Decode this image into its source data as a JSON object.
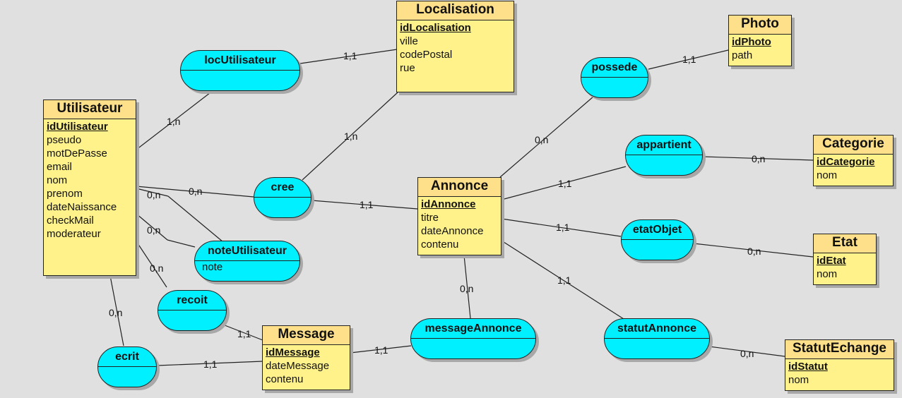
{
  "entities": {
    "utilisateur": {
      "title": "Utilisateur",
      "pk": "idUtilisateur",
      "attrs": [
        "pseudo",
        "motDePasse",
        "email",
        "nom",
        "prenom",
        "dateNaissance",
        "checkMail",
        "moderateur"
      ]
    },
    "localisation": {
      "title": "Localisation",
      "pk": "idLocalisation",
      "attrs": [
        "ville",
        "codePostal",
        "rue"
      ]
    },
    "photo": {
      "title": "Photo",
      "pk": "idPhoto",
      "attrs": [
        "path"
      ]
    },
    "annonce": {
      "title": "Annonce",
      "pk": "idAnnonce",
      "attrs": [
        "titre",
        "dateAnnonce",
        "contenu"
      ]
    },
    "categorie": {
      "title": "Categorie",
      "pk": "idCategorie",
      "attrs": [
        "nom"
      ]
    },
    "etat": {
      "title": "Etat",
      "pk": "idEtat",
      "attrs": [
        "nom"
      ]
    },
    "statutechange": {
      "title": "StatutEchange",
      "pk": "idStatut",
      "attrs": [
        "nom"
      ]
    },
    "message": {
      "title": "Message",
      "pk": "idMessage",
      "attrs": [
        "dateMessage",
        "contenu"
      ]
    }
  },
  "associations": {
    "locutilisateur": {
      "title": "locUtilisateur",
      "attrs": []
    },
    "possede": {
      "title": "possede",
      "attrs": []
    },
    "appartient": {
      "title": "appartient",
      "attrs": []
    },
    "cree": {
      "title": "cree",
      "attrs": []
    },
    "etatobjet": {
      "title": "etatObjet",
      "attrs": []
    },
    "noteutilisateur": {
      "title": "noteUtilisateur",
      "attrs": [
        "note"
      ]
    },
    "recoit": {
      "title": "recoit",
      "attrs": []
    },
    "messageannonce": {
      "title": "messageAnnonce",
      "attrs": []
    },
    "statutannonce": {
      "title": "statutAnnonce",
      "attrs": []
    },
    "ecrit": {
      "title": "ecrit",
      "attrs": []
    }
  },
  "cardinalities": {
    "loc_localisation": "1,1",
    "loc_utilisateur": "1,n",
    "cree_localisation": "1,n",
    "cree_utilisateur": "0,n",
    "cree_annonce": "1,1",
    "possede_photo": "1,1",
    "possede_annonce": "0,n",
    "appartient_annonce": "1,1",
    "appartient_categorie": "0,n",
    "etatobjet_annonce": "1,1",
    "etatobjet_etat": "0,n",
    "statut_annonce": "1,1",
    "statut_statutechange": "0,n",
    "msgannonce_annonce": "0,n",
    "msgannonce_message": "1,1",
    "note_utilisateur_a": "0,n",
    "note_utilisateur_b": "0,n",
    "recoit_utilisateur": "0,n",
    "recoit_message": "1,1",
    "ecrit_utilisateur": "0,n",
    "ecrit_message": "1,1"
  }
}
